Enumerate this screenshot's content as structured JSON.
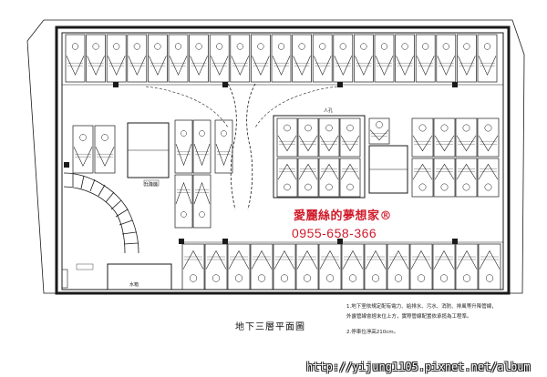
{
  "plan": {
    "title": "地下三層平面圖",
    "brand_name": "愛麗絲的夢想家®",
    "brand_phone": "0955-658-366",
    "watermark": "http://yijung1105.pixnet.net/album",
    "notes": [
      "1.地下室依規定配有電力、給排水、污水、消防、排風等升降管線，",
      "外露管線會經末位上方，實際管線配置依承揽為工程準。",
      "2.停車位淨高210cm。"
    ],
    "labels": {
      "entrance": "人孔",
      "elevator": "升降機",
      "room": "水箱"
    }
  },
  "colors": {
    "line": "#1a1a1a",
    "brand_red": "#d01a2a",
    "background": "#ffffff"
  }
}
